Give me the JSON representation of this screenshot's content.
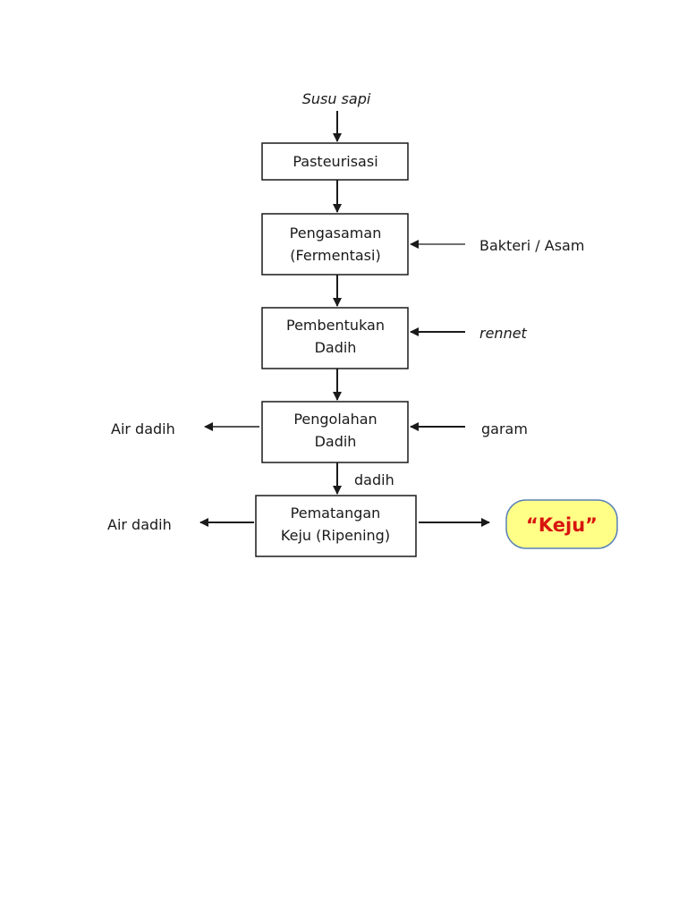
{
  "flow": {
    "input": "Susu sapi",
    "steps": [
      {
        "line1": "Pasteurisasi",
        "line2": ""
      },
      {
        "line1": "Pengasaman",
        "line2": "(Fermentasi)"
      },
      {
        "line1": "Pembentukan",
        "line2": "Dadih"
      },
      {
        "line1": "Pengolahan",
        "line2": "Dadih"
      },
      {
        "line1": "Pematangan",
        "line2": "Keju (Ripening)"
      }
    ],
    "edge_label_dadih": "dadih",
    "inputs_right": {
      "acid": "Bakteri / Asam",
      "rennet": "rennet",
      "salt": "garam"
    },
    "outputs_left": {
      "whey_1": "Air dadih",
      "whey_2": "Air dadih"
    },
    "result": "“Keju”"
  },
  "colors": {
    "result_fill": "#ffff88",
    "result_stroke": "#5a82b8",
    "result_text": "#d8150f",
    "box_stroke": "#1a1a1a"
  }
}
